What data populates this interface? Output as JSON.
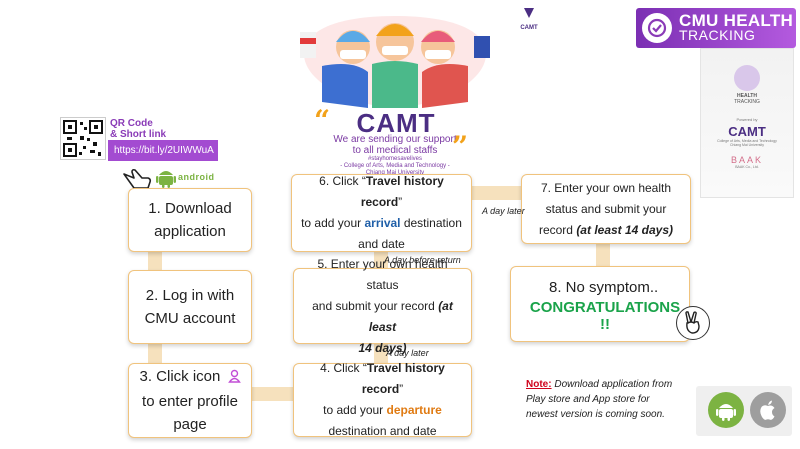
{
  "brand": {
    "line1": "CMU HEALTH",
    "line2": "TRACKING"
  },
  "hero": {
    "title": "CAMT",
    "sub1": "We are sending our support",
    "sub2": "to all medical staffs",
    "tag": "#stayhomesavelives",
    "college1": "- College of Arts, Media and Technology -",
    "college2": "Chiang Mai University",
    "logo_small": "CAMT"
  },
  "qr": {
    "title1": "QR Code",
    "title2": "& Short link",
    "link": "https://bit.ly/2UIWWuA"
  },
  "android_text": "android",
  "phone": {
    "label1": "HEALTH",
    "label2": "TRACKING",
    "powered": "Powered by",
    "camt": "CAMT",
    "college": "College of Arts, Media and Technology",
    "uni": "Chiang Mai University",
    "baak": "BAAK",
    "baak_sub": "BAAK Co., Ltd."
  },
  "steps": {
    "s1": {
      "l1": "1. Download",
      "l2": "application"
    },
    "s2": {
      "l1": "2. Log in with",
      "l2": "CMU account"
    },
    "s3": {
      "l1": "3. Click icon",
      "l2": "to enter profile",
      "l3": "page"
    },
    "s4": {
      "pre": "4. Click “",
      "bold": "Travel history record",
      "post": "”",
      "l2a": "to add your ",
      "l2b": "departure",
      "l3": "destination and date"
    },
    "s5": {
      "l1": "5. Enter your own health status",
      "l2a": "and submit your record ",
      "l2b": "(at least",
      "l3": "14 days)"
    },
    "s6": {
      "pre": "6. Click “",
      "bold": "Travel history record",
      "post": "”",
      "l2a": "to add your ",
      "l2b": "arrival",
      "l2c": " destination",
      "l3": "and date"
    },
    "s7": {
      "l1": "7. Enter your own health",
      "l2": "status and submit your",
      "l3a": "record ",
      "l3b": "(at least 14 days)"
    },
    "s8": {
      "l1": "8. No symptom..",
      "l2": "CONGRATULATIONS !!"
    }
  },
  "labels": {
    "day_later_1": "A day later",
    "day_before_return": "A day before return",
    "day_later_2": "A day later"
  },
  "note": {
    "label": "Note:",
    "text1": " Download application from",
    "text2": "Play store and App store for",
    "text3": "newest version is coming soon."
  },
  "colors": {
    "accent": "#a34bd1",
    "card_border": "#f0c37d",
    "blue": "#1f5fa8",
    "orange": "#e07b13",
    "green": "#1aa34a",
    "note_red": "#d0021b"
  }
}
